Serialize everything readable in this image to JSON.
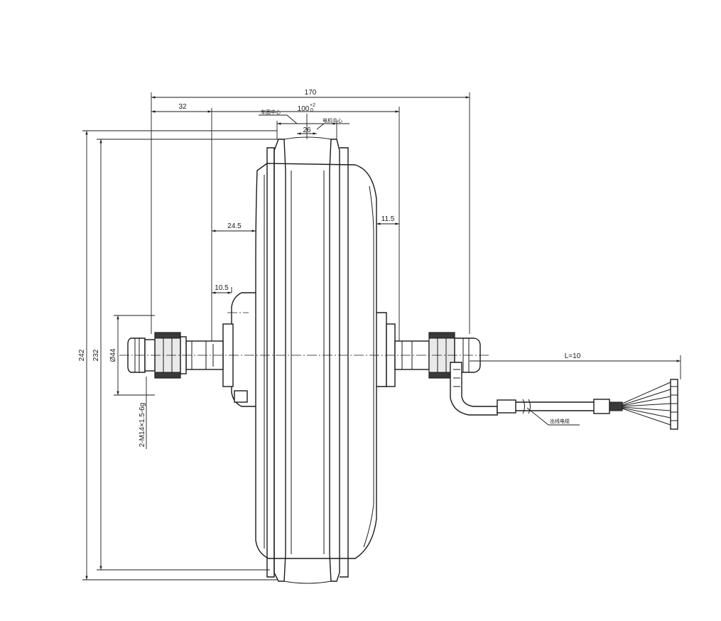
{
  "dimensions": {
    "overall_width": "170",
    "left_offset": "32",
    "rim_width": "100",
    "rim_tol_upper": "+2",
    "rim_tol_lower": "0",
    "flange_left": "24.5",
    "flange_right": "11.5",
    "shaft_shoulder": "10.5",
    "small_offset": "26",
    "outer_diameter": "242",
    "rim_diameter": "232",
    "shaft_diameter": "Ø44",
    "thread_spec": "2-M14×1.5-6g",
    "cable_length": "L=10"
  },
  "notes": {
    "rim_center": "车圈中心",
    "motor_center": "电机中心",
    "cable_label": "出线电缆"
  },
  "colors": {
    "line": "#1a1a1a",
    "background": "#ffffff"
  }
}
